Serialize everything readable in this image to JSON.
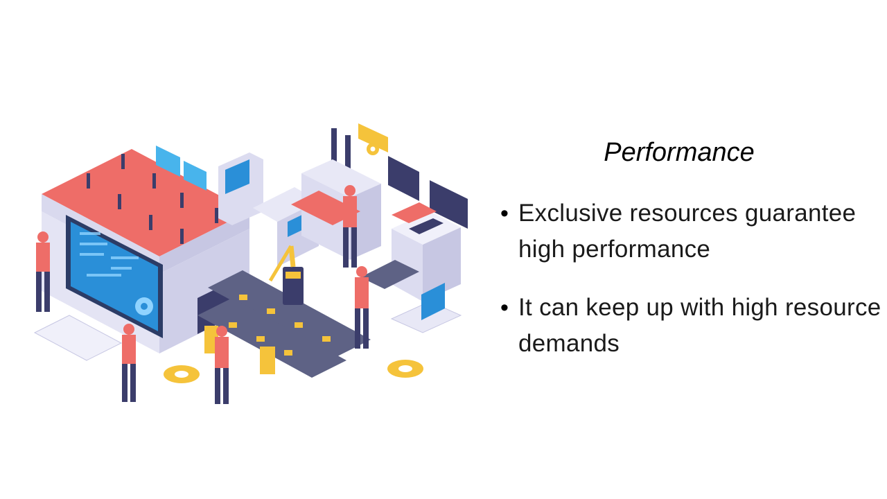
{
  "slide": {
    "title": "Performance",
    "bullets": [
      {
        "text": "Exclusive resources guarantee high performance"
      },
      {
        "text": "It can keep up with high resource demands"
      }
    ]
  },
  "illustration": {
    "subject": "isometric-factory-production-line",
    "icons": [
      "factory-building-icon",
      "monitor-icon",
      "robot-arm-icon",
      "conveyor-belt-icon",
      "gear-icon",
      "worker-icon",
      "keyboard-icon",
      "laptop-icon",
      "printer-icon"
    ]
  },
  "colors": {
    "background": "#ffffff",
    "text": "#1a1a1a",
    "accent_red": "#f0716b",
    "accent_blue": "#2a8fd8",
    "accent_yellow": "#f5c33b",
    "machine_gray": "#dcdcf0",
    "dark_navy": "#3b3d6b"
  }
}
